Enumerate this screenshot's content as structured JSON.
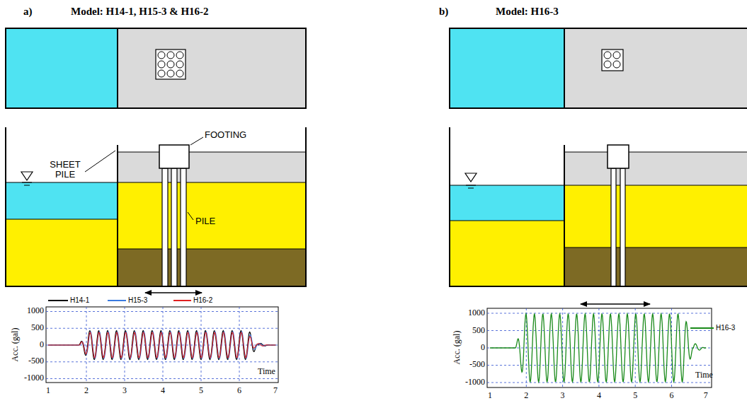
{
  "diagram": {
    "labels": [
      "a)",
      "Model:  H14-1, H15-3 & H16-2",
      "SHEET PILE",
      "FOOTING",
      "PILE",
      "Acc.  (gal)",
      "1000",
      "500",
      "0",
      "-500",
      "-1000",
      "Time",
      "1",
      "2",
      "3",
      "4",
      "5",
      "6",
      "7",
      "b)",
      "Model:  H16-3",
      "Acc.  (gal)",
      "1000",
      "500",
      "0",
      "-500",
      "-1000",
      "Time",
      "1",
      "2",
      "3",
      "4",
      "5",
      "6",
      "7"
    ],
    "legend": [
      {
        "text": "H14-1"
      },
      {
        "text": "H15-3"
      },
      {
        "text": "H16-2"
      },
      {
        "text": "H16-3"
      }
    ]
  }
}
